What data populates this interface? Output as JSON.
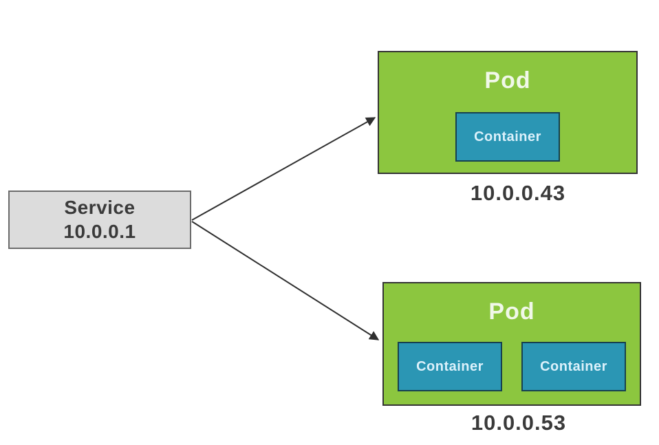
{
  "service": {
    "title": "Service",
    "ip": "10.0.0.1"
  },
  "pods": [
    {
      "label": "Pod",
      "ip": "10.0.0.43",
      "containers": [
        "Container"
      ]
    },
    {
      "label": "Pod",
      "ip": "10.0.0.53",
      "containers": [
        "Container",
        "Container"
      ]
    }
  ],
  "colors": {
    "pod_green": "#8cc63f",
    "pod_border": "#333333",
    "pod_text": "#f1f8e9",
    "container_teal": "#2b96b4",
    "container_border": "#17404f",
    "container_text": "#dcf1fb",
    "service_gray": "#dcdcdc",
    "service_border": "#6b6b6b",
    "dark_text": "#3a3a3a",
    "arrow": "#2f2f2f"
  }
}
